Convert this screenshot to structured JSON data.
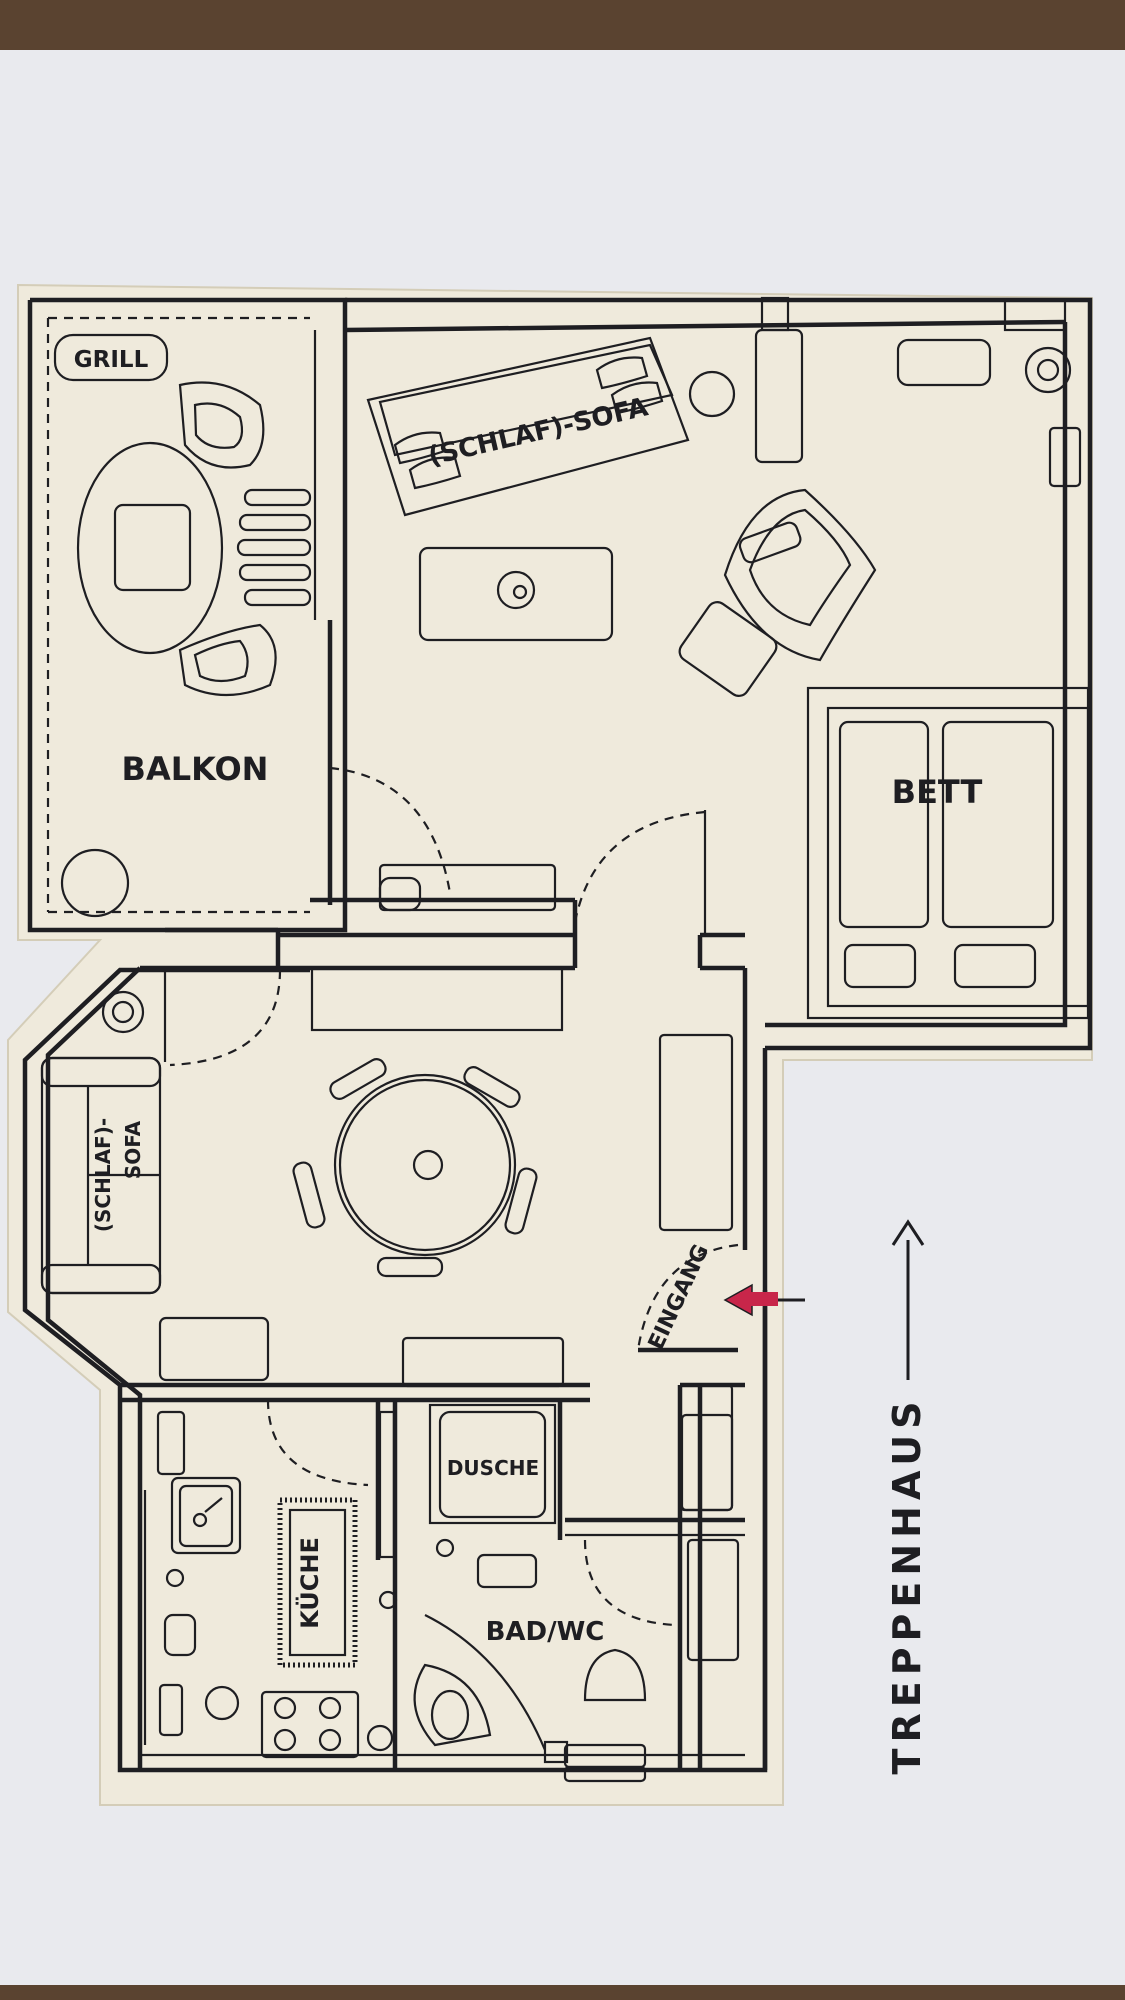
{
  "plan": {
    "labels": {
      "grill": "GRILL",
      "sofa_top": "(SCHLAF)-SOFA",
      "balkon": "BALKON",
      "bett": "BETT",
      "sofa_left_a": "(SCHLAF)-",
      "sofa_left_b": "SOFA",
      "eingang": "EINGANG",
      "dusche": "DUSCHE",
      "kueche": "KÜCHE",
      "bad": "BAD/WC",
      "treppenhaus": "TREPPENHAUS"
    },
    "colors": {
      "paper": "#efeadc",
      "sheet": "#e9eaee",
      "table": "#5a4330",
      "ink": "#1e1e22",
      "arrow": "#c8264a"
    }
  }
}
